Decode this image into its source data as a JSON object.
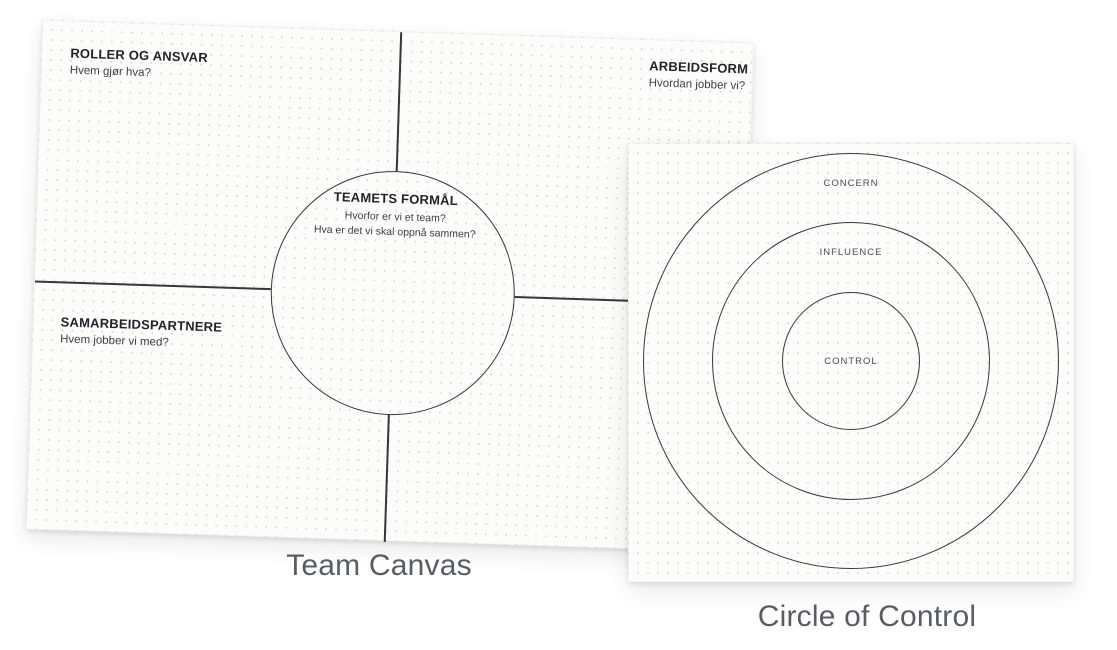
{
  "team_canvas": {
    "caption": "Team Canvas",
    "quadrants": {
      "top_left": {
        "title": "ROLLER OG ANSVAR",
        "subtitle": "Hvem gjør hva?"
      },
      "top_right": {
        "title": "ARBEIDSFORM",
        "subtitle": "Hvordan jobber vi?"
      },
      "bottom_left": {
        "title": "SAMARBEIDSPARTNERE",
        "subtitle": "Hvem jobber vi med?"
      }
    },
    "center_circle": {
      "title": "TEAMETS FORMÅL",
      "line1": "Hvorfor er vi et team?",
      "line2": "Hva er det vi skal oppnå sammen?"
    }
  },
  "circle_of_control": {
    "caption": "Circle of Control",
    "rings": [
      {
        "label": "CONCERN"
      },
      {
        "label": "INFLUENCE"
      },
      {
        "label": "CONTROL"
      }
    ]
  },
  "colors": {
    "page_background": "#ffffff",
    "card_background": "#fcfcfb",
    "dot_grid": "#d9d9d4",
    "line": "#34383c",
    "heading_text": "#1f2327",
    "subtitle_text": "#3d4146",
    "ring_label_text": "#4a4e53",
    "caption_text": "#585d63"
  }
}
